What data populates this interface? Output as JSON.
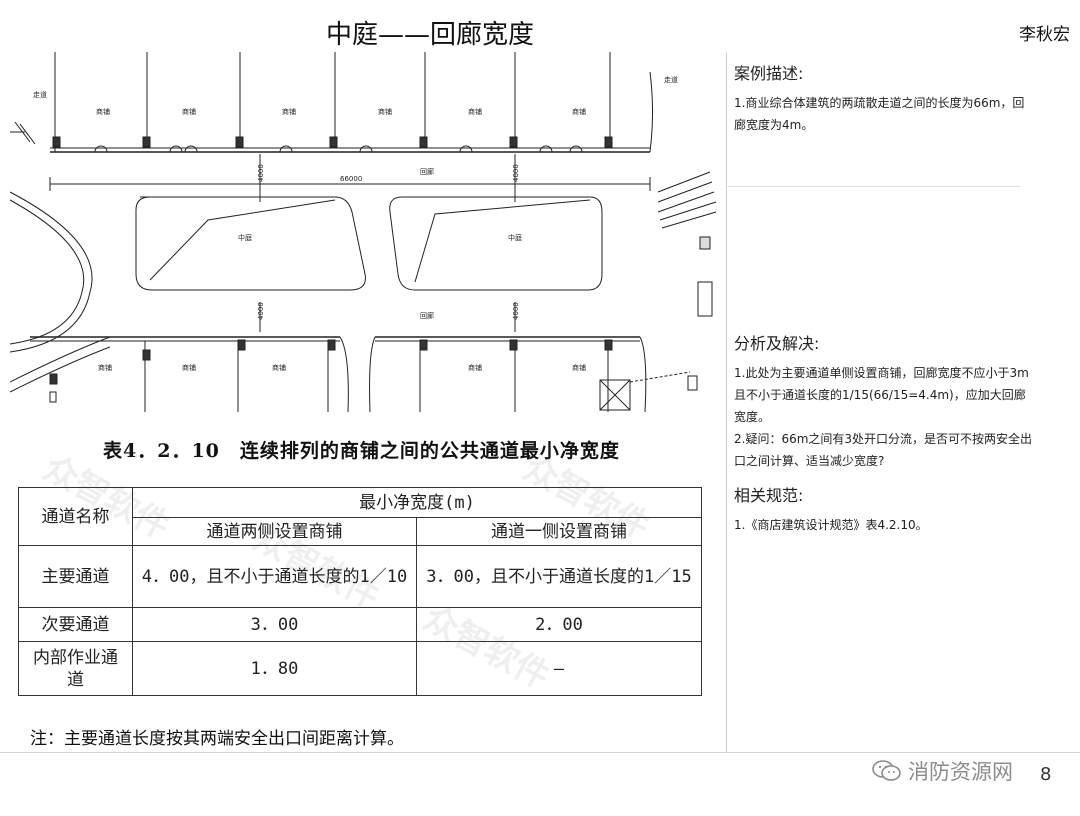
{
  "header": {
    "title": "中庭——回廊宽度",
    "author": "李秋宏"
  },
  "plan": {
    "labels": {
      "corridor_top": "走道",
      "corridor_right": "走道",
      "shop": "商铺",
      "atrium": "中庭",
      "gallery": "回廊",
      "span": "66000",
      "width": "4000"
    }
  },
  "table": {
    "caption": "表4．2．10　连续排列的商铺之间的公共通道最小净宽度",
    "header_name": "通道名称",
    "header_min_width": "最小净宽度(m)",
    "header_both": "通道两侧设置商铺",
    "header_one": "通道一侧设置商铺",
    "rows": [
      {
        "name": "主要通道",
        "both": "4．00，且不小于通道长度的1／10",
        "one": "3．00，且不小于通道长度的1／15"
      },
      {
        "name": "次要通道",
        "both": "3．00",
        "one": "2．00"
      },
      {
        "name": "内部作业通道",
        "both": "1．80",
        "one": "—"
      }
    ],
    "note": "注：主要通道长度按其两端安全出口间距离计算。",
    "watermark": "众智软件"
  },
  "sidebar": {
    "case_title": "案例描述:",
    "case_text": "1.商业综合体建筑的两疏散走道之间的长度为66m，回廊宽度为4m。",
    "analysis_title": "分析及解决:",
    "analysis_text_1": "1.此处为主要通道单侧设置商铺，回廊宽度不应小于3m且不小于通道长度的1/15(66/15=4.4m)，应加大回廊宽度。",
    "analysis_text_2": "2.疑问：66m之间有3处开口分流，是否可不按两安全出口之间计算、适当减少宽度?",
    "norm_title": "相关规范:",
    "norm_text": "1.《商店建筑设计规范》表4.2.10。"
  },
  "footer": {
    "logo_text": "消防资源网",
    "page": "8"
  }
}
